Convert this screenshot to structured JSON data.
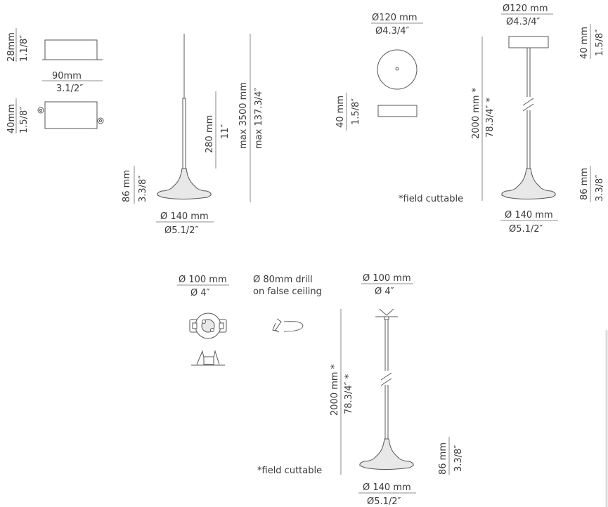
{
  "driver_box": {
    "height_mm": "28mm",
    "height_in": "1.1/8″",
    "width_mm": "90mm",
    "width_in": "3.1/2″",
    "depth_mm": "40mm",
    "depth_in": "1.5/8″"
  },
  "pendant_suspended": {
    "shade_height_mm": "86 mm",
    "shade_height_in": "3.3/8″",
    "rod_length_mm": "280 mm",
    "rod_length_in": "11″",
    "max_length_mm": "max 3500 mm",
    "max_length_in": "max 137.3/4″",
    "diameter_mm": "Ø 140 mm",
    "diameter_in": "Ø5.1/2″"
  },
  "canopy": {
    "diameter_mm": "Ø120 mm",
    "diameter_in": "Ø4.3/4″",
    "height_mm": "40 mm",
    "height_in": "1.5/8″"
  },
  "pendant_canopy": {
    "canopy_diameter_mm": "Ø120 mm",
    "canopy_diameter_in": "Ø4.3/4″",
    "canopy_height_mm": "40 mm",
    "canopy_height_in": "1.5/8″",
    "length_mm": "2000 mm *",
    "length_in": "78.3/4″ *",
    "field_note": "*field cuttable",
    "shade_height_mm": "86 mm",
    "shade_height_in": "3.3/8″",
    "diameter_mm": "Ø 140 mm",
    "diameter_in": "Ø5.1/2″"
  },
  "recessed_mount": {
    "diameter_mm": "Ø 100 mm",
    "diameter_in": "Ø 4″",
    "drill_line1": "Ø 80mm drill",
    "drill_line2": "on false ceiling"
  },
  "pendant_recessed": {
    "top_diameter_mm": "Ø 100 mm",
    "top_diameter_in": "Ø 4″",
    "length_mm": "2000 mm *",
    "length_in": "78.3/4″ *",
    "field_note": "*field cuttable",
    "shade_height_mm": "86 mm",
    "shade_height_in": "3.3/8″",
    "diameter_mm": "Ø 140 mm",
    "diameter_in": "Ø5.1/2″"
  }
}
